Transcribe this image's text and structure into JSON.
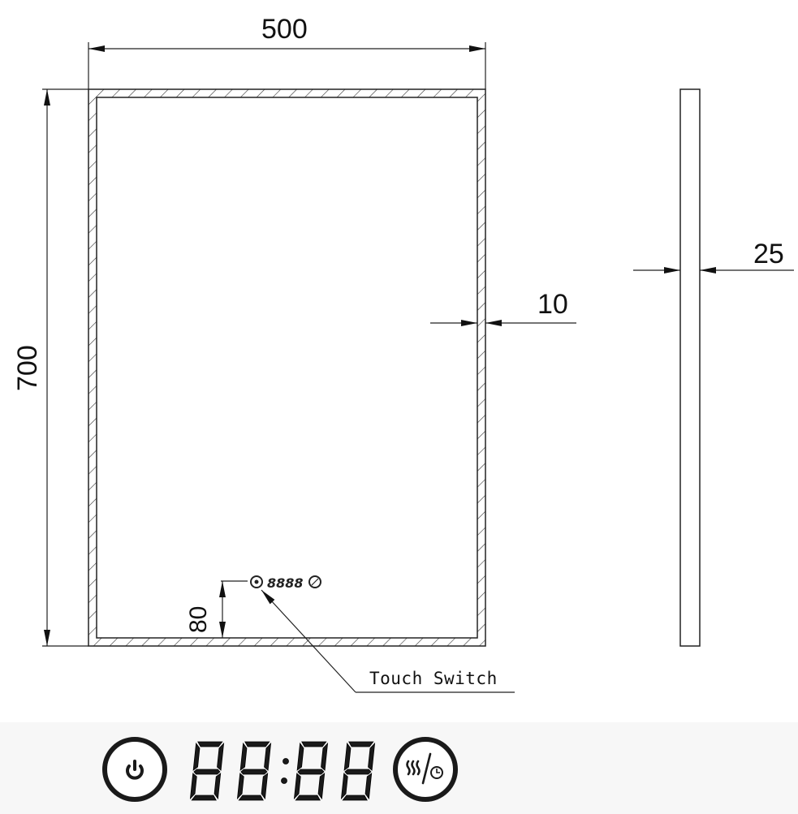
{
  "drawing": {
    "type": "technical-drawing",
    "subject": "LED bathroom mirror with touch switch",
    "dimensions": {
      "width": "500",
      "height": "700",
      "frame_width": "10",
      "depth": "25",
      "switch_offset": "80"
    },
    "callout": {
      "label": "Touch Switch"
    },
    "line_color": "#111111",
    "hatch_color": "#333333"
  },
  "control_panel": {
    "background": "#f7f7f7",
    "buttons": [
      {
        "name": "power",
        "icon": "power-icon"
      },
      {
        "name": "defog-timer",
        "icon": "heat-waves-timer-icon"
      }
    ],
    "display": {
      "digits": "88:88",
      "icon": "seven-segment-display"
    }
  }
}
